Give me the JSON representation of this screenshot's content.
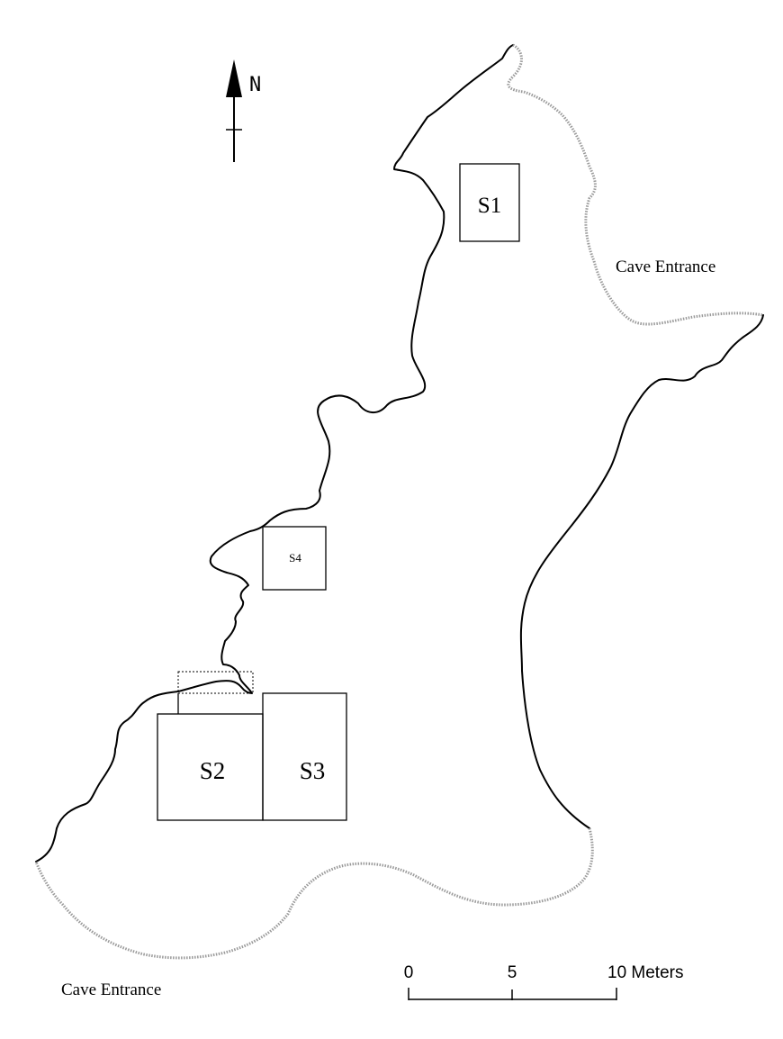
{
  "north_arrow": {
    "label": "N"
  },
  "units": [
    {
      "id": "S1",
      "label": "S1"
    },
    {
      "id": "S2",
      "label": "S2"
    },
    {
      "id": "S3",
      "label": "S3"
    },
    {
      "id": "S4",
      "label": "S4"
    }
  ],
  "entrances": [
    {
      "label": "Cave Entrance"
    },
    {
      "label": "Cave Entrance"
    }
  ],
  "scale_bar": {
    "ticks": [
      "0",
      "5",
      "10 Meters"
    ],
    "values_m": [
      0,
      5,
      10
    ]
  },
  "colors": {
    "wall": "#000000",
    "entrance_line": "#9a9a9a",
    "background": "#ffffff"
  }
}
